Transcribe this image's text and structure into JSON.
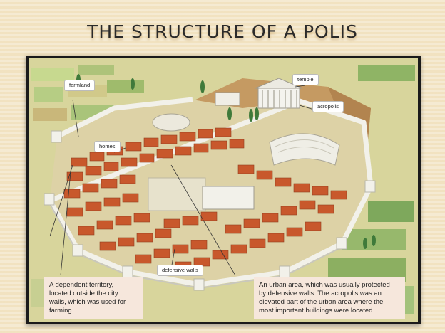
{
  "title": "THE STRUCTURE OF A POLIS",
  "labels": {
    "farmland": "farmland",
    "temple": "temple",
    "acropolis": "acropolis",
    "homes": "homes",
    "defensive_walls": "defensive walls"
  },
  "captions": {
    "dependent_territory": [
      "A dependent territory,",
      "located outside the city",
      "walls, which was used for",
      "farming."
    ],
    "urban_area": [
      "An urban area, which was usually protected",
      "by defensive walls. The acropolis was an",
      "elevated part of the urban area where the",
      "most important buildings were located."
    ]
  },
  "colors": {
    "roof": "#c8582c",
    "wall": "#e8e8e2",
    "field": "#b9cf7f",
    "hill": "#c89a63",
    "caption_bg": "#f6e7dc"
  }
}
